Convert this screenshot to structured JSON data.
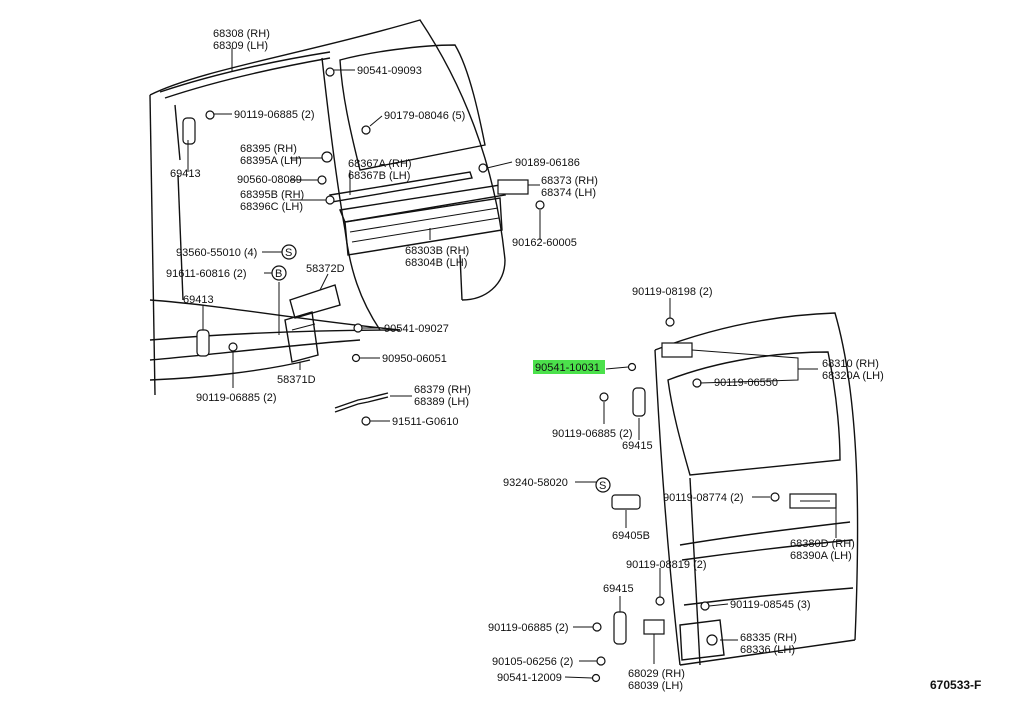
{
  "labels": {
    "p68308": "68308 (RH)",
    "p68309": "68309 (LH)",
    "p90541_09093": "90541-09093",
    "p90119_06885_a": "90119-06885 (2)",
    "p90179_08046": "90179-08046 (5)",
    "p68395": "68395  (RH)",
    "p68395A": "68395A (LH)",
    "p90560_08089": "90560-08089",
    "p68395B": "68395B (RH)",
    "p68396C": "68396C (LH)",
    "p69413_a": "69413",
    "p68367A": "68367A (RH)",
    "p68367B": "68367B (LH)",
    "p90189_06186": "90189-06186",
    "p68373": "68373 (RH)",
    "p68374": "68374 (LH)",
    "p90162_60005": "90162-60005",
    "p68303B": "68303B (RH)",
    "p68304B": "68304B (LH)",
    "p93560_55010": "93560-55010 (4)",
    "p91611_60816": "91611-60816 (2)",
    "p58372D": "58372D",
    "p69413_b": "69413",
    "p90541_09027": "90541-09027",
    "p90950_06051": "90950-06051",
    "p58371D": "58371D",
    "p90119_06885_b": "90119-06885 (2)",
    "p68379": "68379 (RH)",
    "p68389": "68389 (LH)",
    "p91511_G0610": "91511-G0610",
    "p90119_08198": "90119-08198 (2)",
    "p90541_10031": "90541-10031",
    "p68310": "68310 (RH)",
    "p68320A": "68320A (LH)",
    "p90119_06550": "90119-06550",
    "p90119_06885_c": "90119-06885 (2)",
    "p69415_a": "69415",
    "p93240_58020": "93240-58020",
    "p90119_08774": "90119-08774 (2)",
    "p69405B": "69405B",
    "p68380D": "68380D (RH)",
    "p68390A": "68390A (LH)",
    "p90119_08819": "90119-08819 (2)",
    "p69415_b": "69415",
    "p90119_08545": "90119-08545 (3)",
    "p90119_06885_d": "90119-06885 (2)",
    "p68335": "68335 (RH)",
    "p68336": "68336 (LH)",
    "p90105_06256": "90105-06256 (2)",
    "p68029": "68029 (RH)",
    "p68039": "68039 (LH)",
    "p90541_12009": "90541-12009",
    "diagram_code": "670533-F",
    "symbol_s": "S",
    "symbol_b": "B",
    "symbol_s2": "S"
  },
  "colors": {
    "highlight": "#4be14b",
    "ink": "#111111"
  },
  "highlighted_part": "90541-10031"
}
